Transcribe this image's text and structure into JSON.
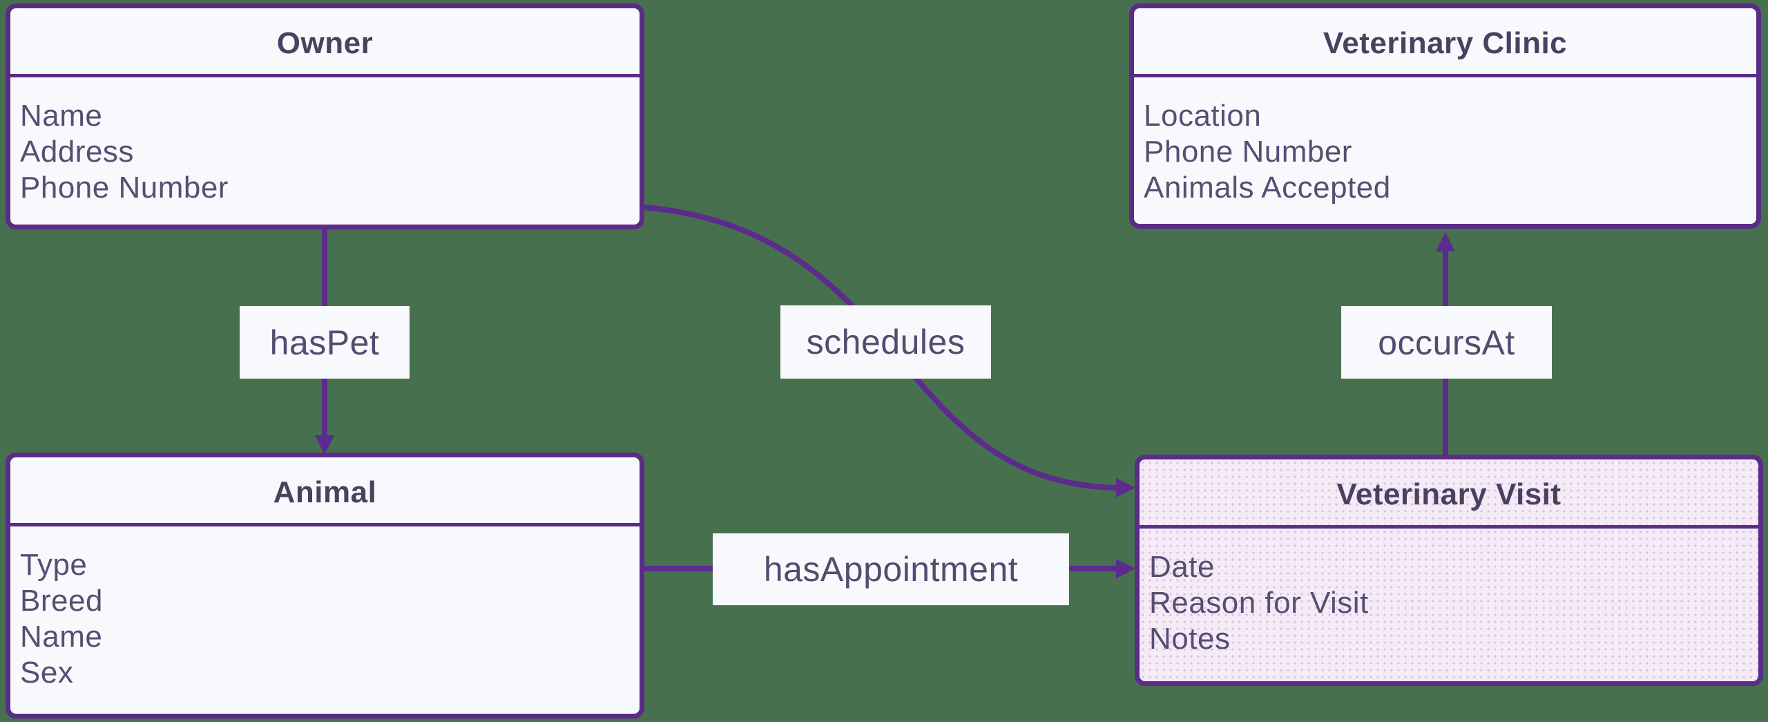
{
  "diagram": {
    "type": "entity-relationship",
    "background_color": "#47704e",
    "colors": {
      "entity_border": "#5b2c87",
      "arrow_line": "#5c2b8e",
      "entity_fill": "#f8f9fc",
      "entity_fill_highlight": "#f5ebf7",
      "title_text": "#4a4060",
      "attribute_text": "#584e73",
      "label_text": "#554a70",
      "label_fill": "#f8f9fc"
    },
    "entities": [
      {
        "title": "Owner",
        "attributes": [
          "Name",
          "Address",
          "Phone Number"
        ],
        "highlighted": false
      },
      {
        "title": "Veterinary Clinic",
        "attributes": [
          "Location",
          "Phone Number",
          "Animals Accepted"
        ],
        "highlighted": false
      },
      {
        "title": "Animal",
        "attributes": [
          "Type",
          "Breed",
          "Name",
          "Sex"
        ],
        "highlighted": false
      },
      {
        "title": "Veterinary Visit",
        "attributes": [
          "Date",
          "Reason for Visit",
          "Notes"
        ],
        "highlighted": true
      }
    ],
    "relationships": [
      {
        "label": "hasPet",
        "from": "Owner",
        "to": "Animal"
      },
      {
        "label": "schedules",
        "from": "Owner",
        "to": "Veterinary Visit"
      },
      {
        "label": "occursAt",
        "from": "Veterinary Visit",
        "to": "Veterinary Clinic"
      },
      {
        "label": "hasAppointment",
        "from": "Animal",
        "to": "Veterinary Visit"
      }
    ]
  }
}
